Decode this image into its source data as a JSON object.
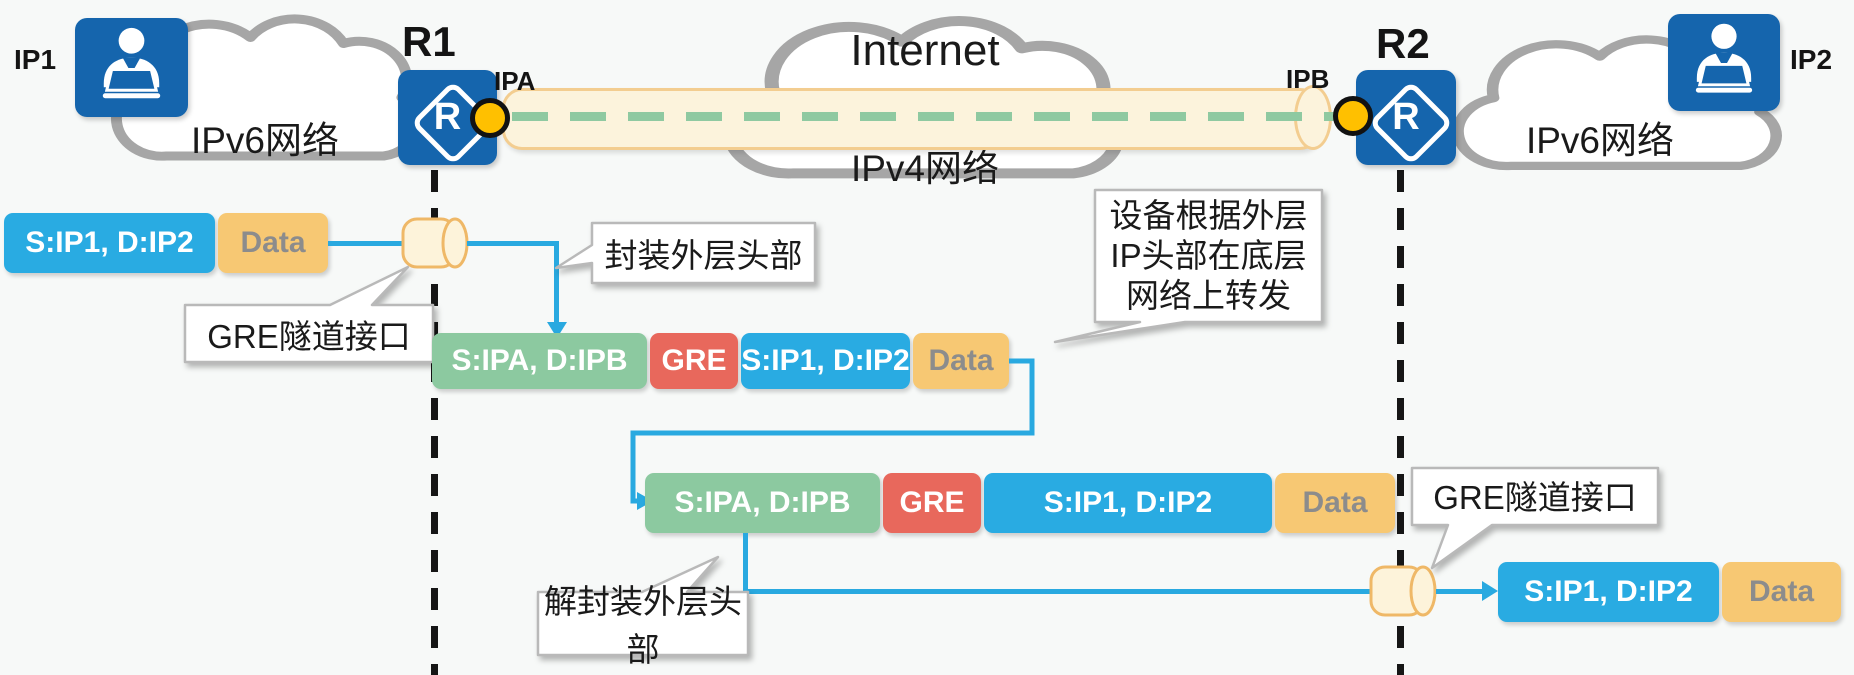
{
  "nodes": {
    "host_left": "IP1",
    "host_right": "IP2",
    "router_left": "R1",
    "router_right": "R2",
    "router_glyph": "R",
    "interface_left": "IPA",
    "interface_right": "IPB",
    "cloud_left": "IPv6网络",
    "cloud_right": "IPv6网络",
    "internet": "Internet",
    "internet_network": "IPv4网络"
  },
  "callouts": {
    "gre_tunnel_if_left": "GRE隧道接口",
    "encapsulate": "封装外层头部",
    "forward": [
      "设备根据外层",
      "IP头部在底层",
      "网络上转发"
    ],
    "decapsulate": "解封装外层头部",
    "gre_tunnel_if_right": "GRE隧道接口"
  },
  "packets": {
    "original_left": [
      {
        "label": "S:IP1, D:IP2"
      },
      {
        "label": "Data"
      }
    ],
    "encap_top": [
      {
        "label": "S:IPA, D:IPB"
      },
      {
        "label": "GRE"
      },
      {
        "label": "S:IP1, D:IP2"
      },
      {
        "label": "Data"
      }
    ],
    "encap_bottom": [
      {
        "label": "S:IPA, D:IPB"
      },
      {
        "label": "GRE"
      },
      {
        "label": "S:IP1, D:IP2"
      },
      {
        "label": "Data"
      }
    ],
    "original_right": [
      {
        "label": "S:IP1, D:IP2"
      },
      {
        "label": "Data"
      }
    ]
  },
  "colors": {
    "inner_header_blue": "#29ABE2",
    "data_orange": "#F7C873",
    "outer_header_green": "#8CC9A0",
    "gre_red": "#E8685C",
    "device_blue": "#1565AD",
    "port_yellow": "#FFC000",
    "tunnel_fill": "#FCF3DC",
    "tunnel_border": "#F3CD90",
    "tunnel_dash_green": "#8FC9A1",
    "connector_blue": "#29A9E0",
    "cloud_border": "#A6A6A6",
    "data_text_gray": "#8C8C8C"
  }
}
